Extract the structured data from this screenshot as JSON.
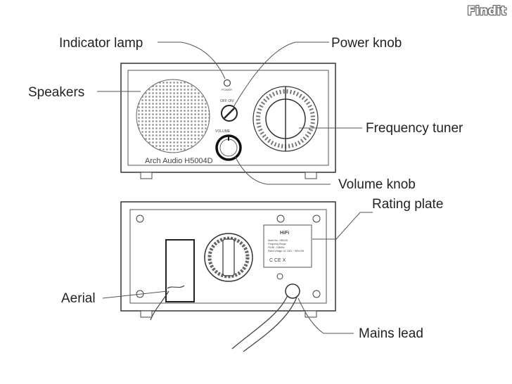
{
  "watermark": "Findit",
  "labels": {
    "indicator_lamp": "Indicator lamp",
    "power_knob": "Power knob",
    "speakers": "Speakers",
    "frequency_tuner": "Frequency tuner",
    "volume_knob": "Volume knob",
    "rating_plate": "Rating plate",
    "aerial": "Aerial",
    "mains_lead": "Mains lead"
  },
  "front_panel": {
    "brand_text": "Arch Audio H5004D",
    "power_caption": "POWER",
    "switch_caption": "OFF  ON",
    "volume_caption": "VOLUME"
  },
  "rating_plate_text": {
    "logo": "HiFi",
    "lines": [
      "Model No.: H5004D",
      "Frequency Range:",
      "FM 88 - 108MHz",
      "Rated Voltage: AC 230V ~ 50Hz  5W"
    ],
    "marks": "C  CE  X"
  }
}
